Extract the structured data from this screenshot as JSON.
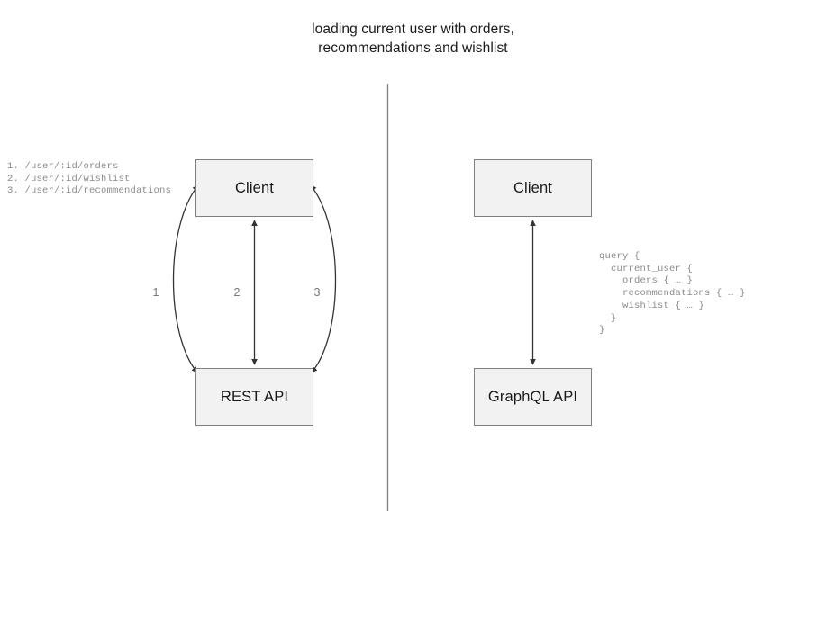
{
  "title": {
    "line1": "loading current user with orders,",
    "line2": "recommendations and wishlist"
  },
  "rest_panel": {
    "client_label": "Client",
    "api_label": "REST API",
    "edge_labels": [
      "1",
      "2",
      "3"
    ],
    "endpoints": "1. /user/:id/orders\n2. /user/:id/wishlist\n3. /user/:id/recommendations"
  },
  "graphql_panel": {
    "client_label": "Client",
    "api_label": "GraphQL API",
    "query": "query {\n  current_user {\n    orders { … }\n    recommendations { … }\n    wishlist { … }\n  }\n}"
  },
  "colors": {
    "node_fill": "#f2f2f2",
    "node_border": "#7f7f7f",
    "connector": "#333333",
    "divider": "#808080",
    "annotation_text": "#8a8a8a",
    "title_text": "#1a1a1a"
  }
}
